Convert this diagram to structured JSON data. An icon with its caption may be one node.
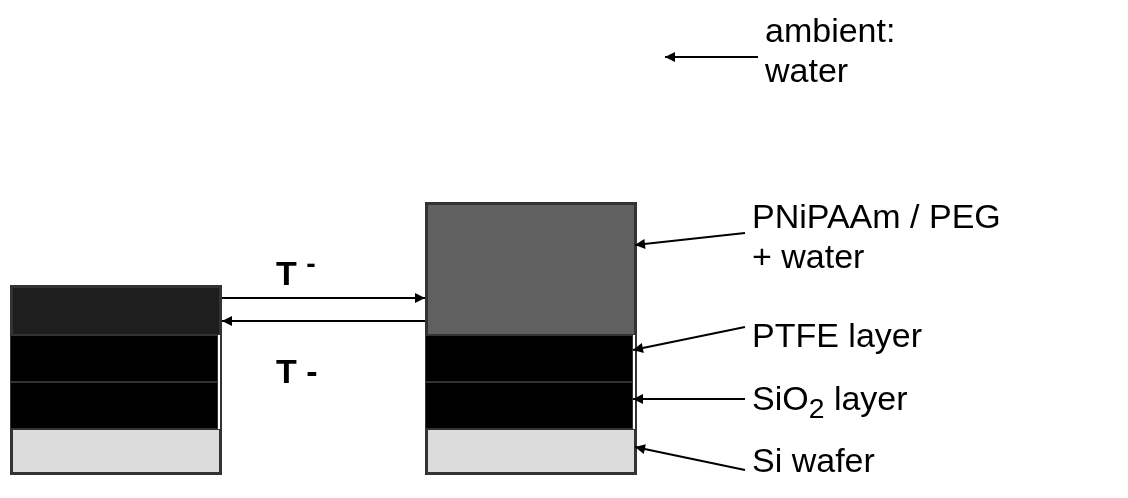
{
  "diagram": {
    "nodes": [
      {
        "text": [],
        "shape": "box"
      },
      {
        "text": [],
        "shape": "box",
        "in": 0
      },
      {
        "text": [],
        "shape": "box",
        "in": 0
      },
      {
        "text": [],
        "shape": "box",
        "in": 0
      },
      {
        "text": [],
        "shape": "box",
        "in": 0
      },
      {
        "text": [],
        "shape": "box"
      },
      {
        "text": [],
        "shape": "box",
        "in": 5
      },
      {
        "text": [],
        "shape": "box",
        "in": 5
      },
      {
        "text": [],
        "shape": "box",
        "in": 5
      },
      {
        "text": [],
        "shape": "box",
        "in": 5
      },
      {
        "text": [
          "ambient: water"
        ]
      },
      {
        "text": [
          "PNiPAAm / PEG + water"
        ]
      },
      {
        "text": [
          "PTFE layer"
        ]
      },
      {
        "text": [
          "SiO$_{2}$ layer"
        ]
      },
      {
        "text": [
          "Si wafer"
        ]
      }
    ],
    "edges": [
      {
        "from": 0,
        "to": 5,
        "arrow": "to",
        "label": "T $^{-}$"
      },
      {
        "from": 5,
        "to": 0,
        "arrow": "to",
        "label": "T -"
      },
      {
        "from": 10,
        "to": null,
        "arrow": "to"
      },
      {
        "from": 11,
        "to": 6,
        "arrow": "to"
      },
      {
        "from": 12,
        "to": 7,
        "arrow": "to"
      },
      {
        "from": 13,
        "to": 8,
        "arrow": "to"
      },
      {
        "from": 14,
        "to": 9,
        "arrow": "to"
      }
    ]
  }
}
